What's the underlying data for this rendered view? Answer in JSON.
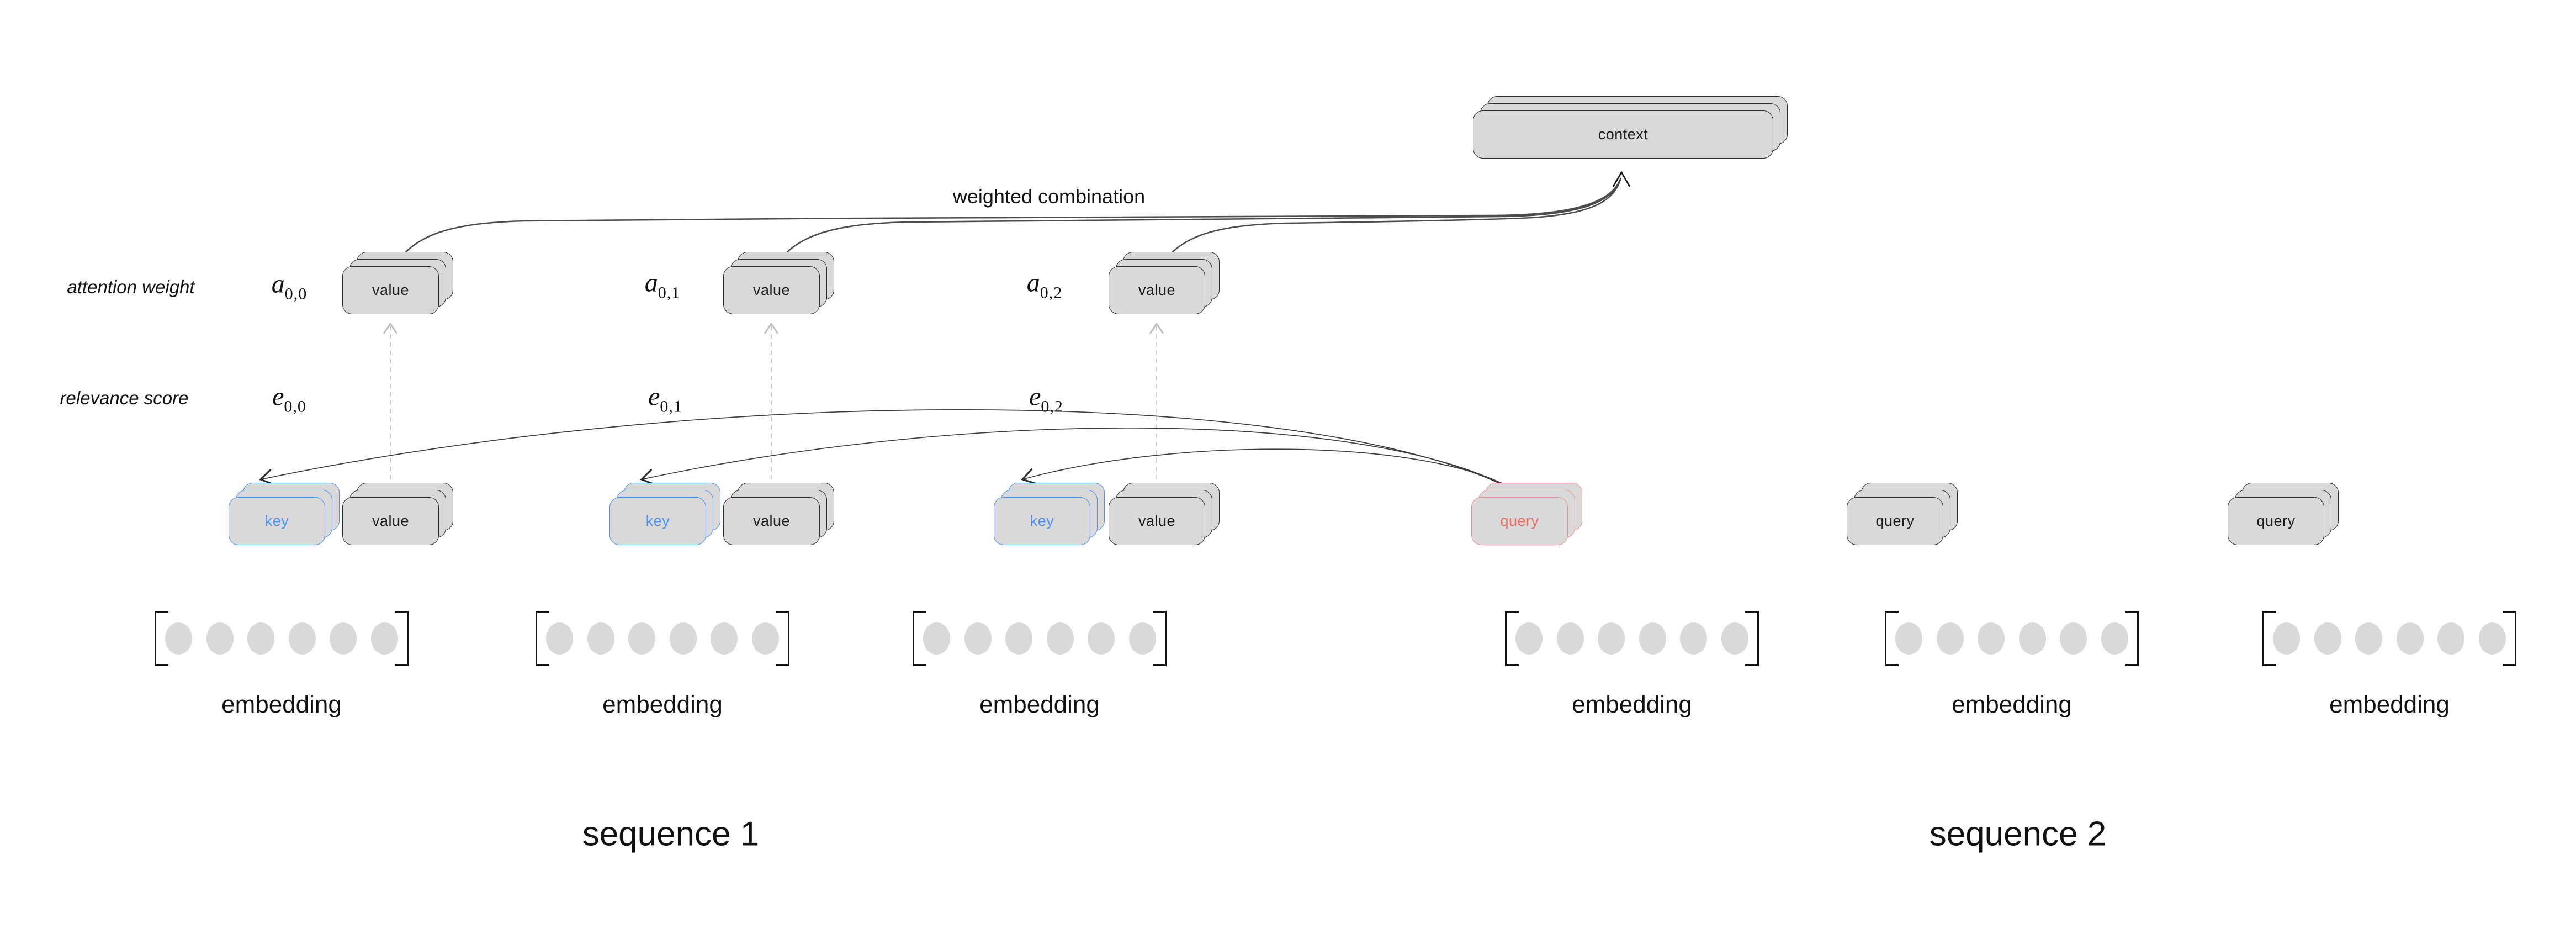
{
  "labels": {
    "attention_weight": "attention weight",
    "relevance_score": "relevance score",
    "weighted_combination": "weighted combination",
    "context": "context"
  },
  "attention_weights": [
    {
      "symbol": "a",
      "subscript": "0,0",
      "box_label": "value"
    },
    {
      "symbol": "a",
      "subscript": "0,1",
      "box_label": "value"
    },
    {
      "symbol": "a",
      "subscript": "0,2",
      "box_label": "value"
    }
  ],
  "relevance_scores": [
    {
      "symbol": "e",
      "subscript": "0,0"
    },
    {
      "symbol": "e",
      "subscript": "0,1"
    },
    {
      "symbol": "e",
      "subscript": "0,2"
    }
  ],
  "kv_pairs": [
    {
      "key": "key",
      "value": "value"
    },
    {
      "key": "key",
      "value": "value"
    },
    {
      "key": "key",
      "value": "value"
    }
  ],
  "query_red": {
    "label": "query"
  },
  "queries_gray": [
    {
      "label": "query"
    },
    {
      "label": "query"
    }
  ],
  "embeddings": [
    {
      "label": "embedding"
    },
    {
      "label": "embedding"
    },
    {
      "label": "embedding"
    },
    {
      "label": "embedding"
    },
    {
      "label": "embedding"
    },
    {
      "label": "embedding"
    }
  ],
  "sequences": [
    {
      "label": "sequence 1"
    },
    {
      "label": "sequence 2"
    }
  ],
  "colors": {
    "card_fill": "#d9d9d9",
    "card_border": "#2b2b2b",
    "key_blue": "#4d90f0",
    "query_red": "#ee6a5f",
    "dashed_gray": "#c6c6c6",
    "arc_dark": "#3c3c3c",
    "bundle_gray": "#4c4c4c"
  }
}
